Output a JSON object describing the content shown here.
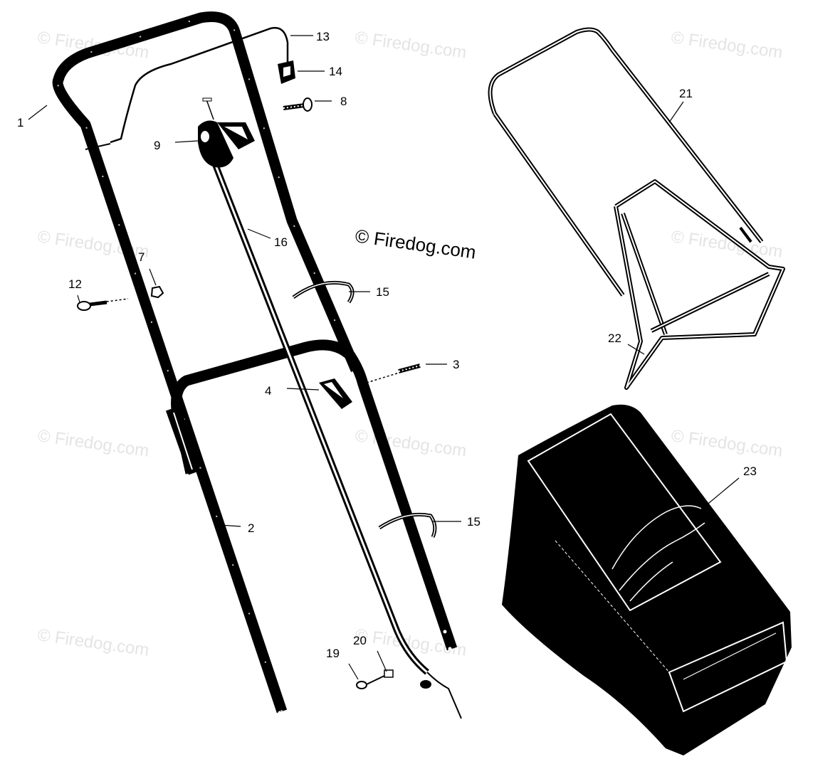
{
  "diagram": {
    "center_watermark": "© Firedog.com",
    "tiled_watermark": "© Firedog.com",
    "callouts": {
      "c1": "1",
      "c2": "2",
      "c3": "3",
      "c4": "4",
      "c7": "7",
      "c8": "8",
      "c9": "9",
      "c12": "12",
      "c13": "13",
      "c14": "14",
      "c15a": "15",
      "c15b": "15",
      "c16": "16",
      "c19": "19",
      "c20": "20",
      "c21": "21",
      "c22": "22",
      "c23": "23"
    }
  }
}
